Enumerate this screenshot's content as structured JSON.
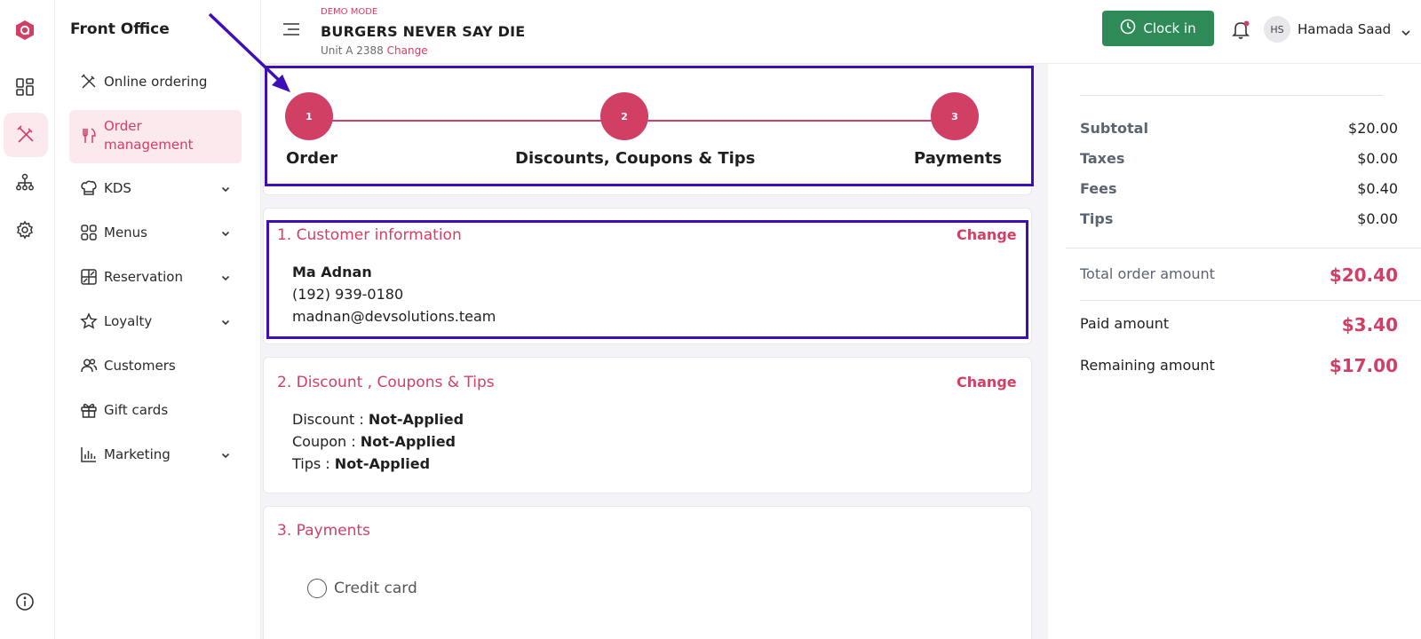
{
  "header": {
    "demo_label": "DEMO MODE",
    "store_name": "BURGERS NEVER SAY DIE",
    "unit": "Unit A 2388",
    "unit_change": "Change",
    "clock_in": "Clock in",
    "avatar_initials": "HS",
    "user_name": "Hamada Saad"
  },
  "sidebar": {
    "title": "Front Office",
    "items": [
      {
        "label": "Online ordering",
        "icon": "utensils-cross-icon"
      },
      {
        "label": "Order management",
        "icon": "fork-knife-icon"
      },
      {
        "label": "KDS",
        "icon": "chef-hat-icon"
      },
      {
        "label": "Menus",
        "icon": "grid-icon"
      },
      {
        "label": "Reservation",
        "icon": "table-icon"
      },
      {
        "label": "Loyalty",
        "icon": "star-icon"
      },
      {
        "label": "Customers",
        "icon": "users-icon"
      },
      {
        "label": "Gift cards",
        "icon": "gift-icon"
      },
      {
        "label": "Marketing",
        "icon": "bar-chart-icon"
      }
    ]
  },
  "stepper": {
    "steps": [
      {
        "num": "1",
        "label": "Order"
      },
      {
        "num": "2",
        "label": "Discounts, Coupons & Tips"
      },
      {
        "num": "3",
        "label": "Payments"
      }
    ]
  },
  "customer": {
    "title": "1. Customer information",
    "change": "Change",
    "name": "Ma Adnan",
    "phone": "(192) 939-0180",
    "email": "madnan@devsolutions.team"
  },
  "discounts": {
    "title": "2. Discount , Coupons & Tips",
    "change": "Change",
    "discount_label": "Discount :",
    "discount_value": "Not-Applied",
    "coupon_label": "Coupon :",
    "coupon_value": "Not-Applied",
    "tips_label": "Tips :",
    "tips_value": "Not-Applied"
  },
  "payments": {
    "title": "3. Payments",
    "option": "Credit card"
  },
  "summary": {
    "subtotal_label": "Subtotal",
    "subtotal": "$20.00",
    "taxes_label": "Taxes",
    "taxes": "$0.00",
    "fees_label": "Fees",
    "fees": "$0.40",
    "tips_label": "Tips",
    "tips": "$0.00",
    "total_label": "Total order amount",
    "total": "$20.40",
    "paid_label": "Paid amount",
    "paid": "$3.40",
    "remaining_label": "Remaining amount",
    "remaining": "$17.00"
  },
  "colors": {
    "accent": "#d23f64",
    "clock_in": "#2e8b57",
    "annotation": "#3d0fb8"
  }
}
